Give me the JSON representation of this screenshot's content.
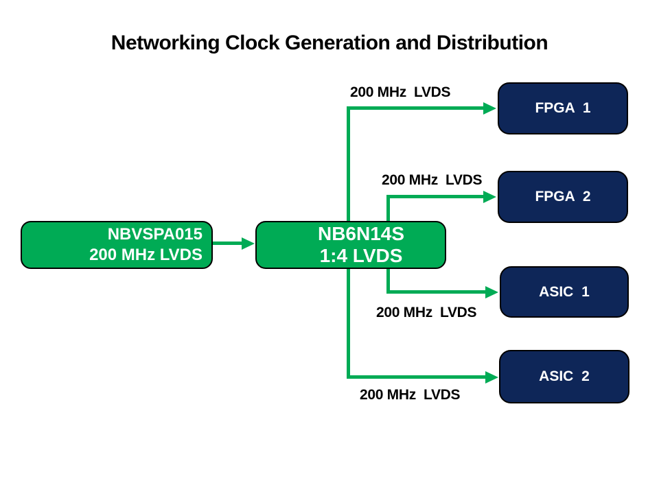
{
  "title": "Networking Clock Generation and Distribution",
  "colors": {
    "green": "#00AB55",
    "navy": "#0E2658"
  },
  "nodes": {
    "source": {
      "line1": "NBVSPA015",
      "line2": "200 MHz LVDS"
    },
    "fanout": {
      "line1": "NB6N14S",
      "line2": "1:4 LVDS"
    },
    "fpga1": {
      "label": "FPGA 1"
    },
    "fpga2": {
      "label": "FPGA 2"
    },
    "asic1": {
      "label": "ASIC 1"
    },
    "asic2": {
      "label": "ASIC 2"
    }
  },
  "edges": {
    "fanout_to_fpga1": {
      "label": "200 MHz  LVDS"
    },
    "fanout_to_fpga2": {
      "label": "200 MHz  LVDS"
    },
    "fanout_to_asic1": {
      "label": "200 MHz  LVDS"
    },
    "fanout_to_asic2": {
      "label": "200 MHz  LVDS"
    }
  }
}
